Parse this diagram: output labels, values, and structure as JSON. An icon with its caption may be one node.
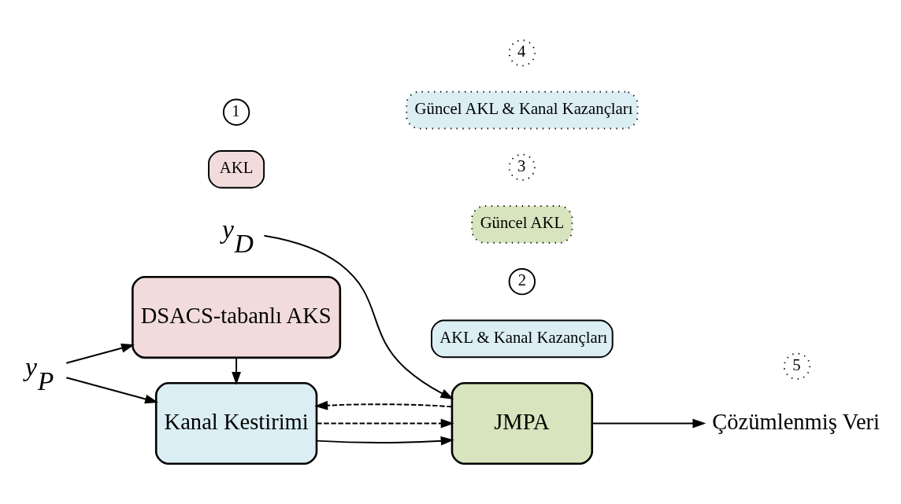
{
  "diagram": {
    "nodes": [
      {
        "text": [
          "Kanal Kestirimi"
        ]
      },
      {
        "text": [
          "DSACS-tabanlı AKS"
        ]
      },
      {
        "text": [
          "JMPA"
        ]
      },
      {
        "text": [
          "y$_{P}$"
        ]
      },
      {
        "text": [
          "y$_{D}$"
        ]
      },
      {
        "text": [
          "Çözümlenmiş Veri"
        ]
      },
      {
        "text": [
          "AKL"
        ]
      },
      {
        "text": [
          "1"
        ]
      },
      {
        "text": [
          "AKL & Kanal Kazançları"
        ]
      },
      {
        "text": [
          "2"
        ]
      },
      {
        "text": [
          "Güncel AKL"
        ]
      },
      {
        "text": [
          "3"
        ]
      },
      {
        "text": [
          "Güncel AKL & Kanal Kazançları"
        ]
      },
      {
        "text": [
          "4"
        ]
      },
      {
        "text": [
          "5"
        ]
      }
    ],
    "edges": [
      {
        "from": 3,
        "to": 0,
        "arrow": "to"
      },
      {
        "from": 3,
        "to": 1,
        "arrow": "to"
      },
      {
        "from": 1,
        "to": 0,
        "arrow": "to"
      },
      {
        "from": 0,
        "to": 2,
        "arrow": "to"
      },
      {
        "from": 0,
        "to": 2,
        "arrow": "to",
        "style": "dashed"
      },
      {
        "from": 2,
        "to": 0,
        "arrow": "to",
        "style": "dashed"
      },
      {
        "from": 2,
        "to": 5,
        "arrow": "to"
      },
      {
        "from": 4,
        "to": 2,
        "arrow": "to"
      }
    ]
  }
}
